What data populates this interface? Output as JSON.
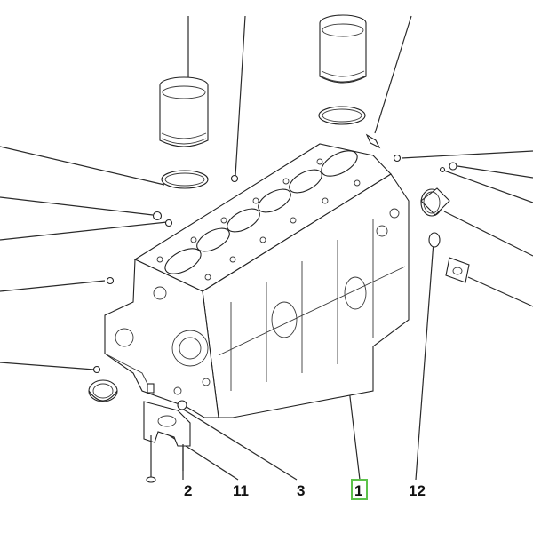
{
  "diagram": {
    "callouts": [
      {
        "id": "c2",
        "label": "2"
      },
      {
        "id": "c11",
        "label": "11"
      },
      {
        "id": "c3",
        "label": "3"
      },
      {
        "id": "c1",
        "label": "1",
        "highlighted": true
      },
      {
        "id": "c12",
        "label": "12"
      }
    ],
    "highlight_color": "#5cc24a"
  }
}
